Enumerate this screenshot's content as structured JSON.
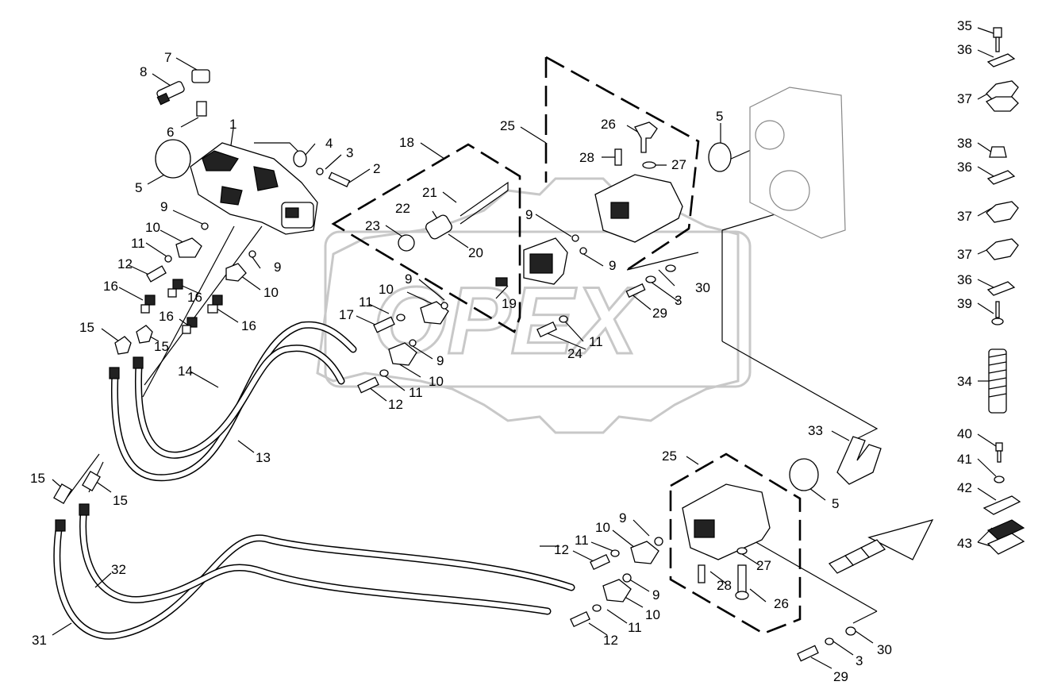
{
  "diagram": {
    "watermark": "OPEX",
    "callouts": [
      {
        "id": "c7",
        "text": "7"
      },
      {
        "id": "c8",
        "text": "8"
      },
      {
        "id": "c6",
        "text": "6"
      },
      {
        "id": "c1",
        "text": "1"
      },
      {
        "id": "c5a",
        "text": "5"
      },
      {
        "id": "c4",
        "text": "4"
      },
      {
        "id": "c3a",
        "text": "3"
      },
      {
        "id": "c2",
        "text": "2"
      },
      {
        "id": "c9a",
        "text": "9"
      },
      {
        "id": "c10a",
        "text": "10"
      },
      {
        "id": "c11a",
        "text": "11"
      },
      {
        "id": "c12a",
        "text": "12"
      },
      {
        "id": "c16a",
        "text": "16"
      },
      {
        "id": "c16b",
        "text": "16"
      },
      {
        "id": "c16c",
        "text": "16"
      },
      {
        "id": "c16d",
        "text": "16"
      },
      {
        "id": "c9b",
        "text": "9"
      },
      {
        "id": "c10b",
        "text": "10"
      },
      {
        "id": "c15a",
        "text": "15"
      },
      {
        "id": "c15b",
        "text": "15"
      },
      {
        "id": "c14",
        "text": "14"
      },
      {
        "id": "c13",
        "text": "13"
      },
      {
        "id": "c18",
        "text": "18"
      },
      {
        "id": "c21",
        "text": "21"
      },
      {
        "id": "c22",
        "text": "22"
      },
      {
        "id": "c23",
        "text": "23"
      },
      {
        "id": "c20",
        "text": "20"
      },
      {
        "id": "c25a",
        "text": "25"
      },
      {
        "id": "c26a",
        "text": "26"
      },
      {
        "id": "c28a",
        "text": "28"
      },
      {
        "id": "c27a",
        "text": "27"
      },
      {
        "id": "c5b",
        "text": "5"
      },
      {
        "id": "c9c",
        "text": "9"
      },
      {
        "id": "c9d",
        "text": "9"
      },
      {
        "id": "c9e",
        "text": "9"
      },
      {
        "id": "c10c",
        "text": "10"
      },
      {
        "id": "c11b",
        "text": "11"
      },
      {
        "id": "c17",
        "text": "17"
      },
      {
        "id": "c19",
        "text": "19"
      },
      {
        "id": "c9f",
        "text": "9"
      },
      {
        "id": "c24",
        "text": "24"
      },
      {
        "id": "c11c",
        "text": "11"
      },
      {
        "id": "c10d",
        "text": "10"
      },
      {
        "id": "c11d",
        "text": "11"
      },
      {
        "id": "c12b",
        "text": "12"
      },
      {
        "id": "c30a",
        "text": "30"
      },
      {
        "id": "c3b",
        "text": "3"
      },
      {
        "id": "c29a",
        "text": "29"
      },
      {
        "id": "c15c",
        "text": "15"
      },
      {
        "id": "c15d",
        "text": "15"
      },
      {
        "id": "c32",
        "text": "32"
      },
      {
        "id": "c31",
        "text": "31"
      },
      {
        "id": "c33",
        "text": "33"
      },
      {
        "id": "c25b",
        "text": "25"
      },
      {
        "id": "c5c",
        "text": "5"
      },
      {
        "id": "c9g",
        "text": "9"
      },
      {
        "id": "c10e",
        "text": "10"
      },
      {
        "id": "c11e",
        "text": "11"
      },
      {
        "id": "c12c",
        "text": "12"
      },
      {
        "id": "c9h",
        "text": "9"
      },
      {
        "id": "c10f",
        "text": "10"
      },
      {
        "id": "c11f",
        "text": "11"
      },
      {
        "id": "c12d",
        "text": "12"
      },
      {
        "id": "c27b",
        "text": "27"
      },
      {
        "id": "c28b",
        "text": "28"
      },
      {
        "id": "c26b",
        "text": "26"
      },
      {
        "id": "c30b",
        "text": "30"
      },
      {
        "id": "c3c",
        "text": "3"
      },
      {
        "id": "c29b",
        "text": "29"
      },
      {
        "id": "c35",
        "text": "35"
      },
      {
        "id": "c36a",
        "text": "36"
      },
      {
        "id": "c37a",
        "text": "37"
      },
      {
        "id": "c38",
        "text": "38"
      },
      {
        "id": "c36b",
        "text": "36"
      },
      {
        "id": "c37b",
        "text": "37"
      },
      {
        "id": "c37c",
        "text": "37"
      },
      {
        "id": "c36c",
        "text": "36"
      },
      {
        "id": "c39",
        "text": "39"
      },
      {
        "id": "c34",
        "text": "34"
      },
      {
        "id": "c40",
        "text": "40"
      },
      {
        "id": "c41",
        "text": "41"
      },
      {
        "id": "c42",
        "text": "42"
      },
      {
        "id": "c43",
        "text": "43"
      }
    ]
  }
}
